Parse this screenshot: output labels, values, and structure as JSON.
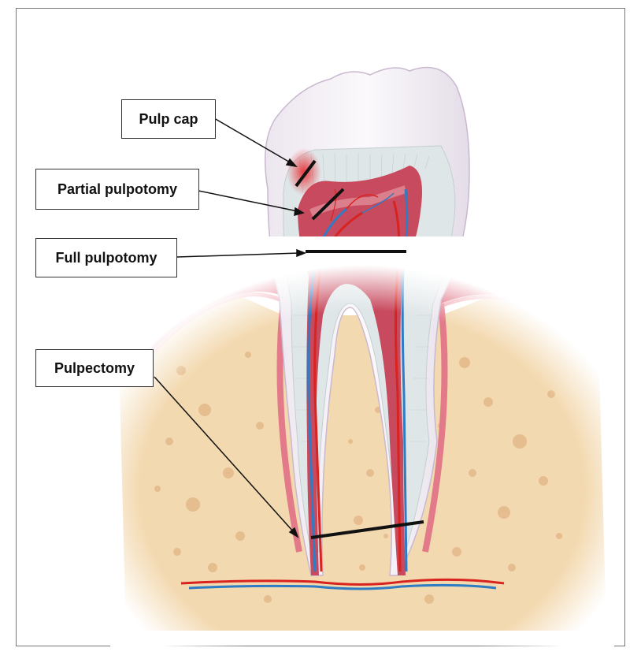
{
  "labels": {
    "pulp_cap": "Pulp cap",
    "partial_pulpotomy": "Partial pulpotomy",
    "full_pulpotomy": "Full pulpotomy",
    "pulpectomy": "Pulpectomy"
  },
  "colors": {
    "gum": "#d9546a",
    "gum_light": "#f0a3ad",
    "bone": "#f3d9b0",
    "bone_spot": "#e3b98a",
    "enamel": "#f4f0f6",
    "dentin": "#dfe6e8",
    "pulp": "#c84a5e",
    "artery": "#d9232f",
    "vein": "#2e7cc4",
    "decay": "#e8343a",
    "cut_line": "#111111"
  }
}
